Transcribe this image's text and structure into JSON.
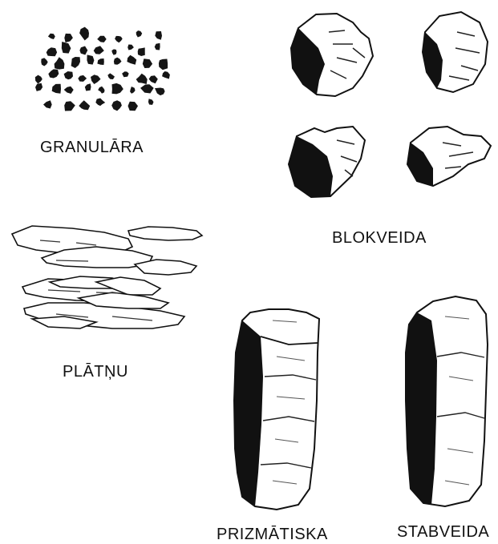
{
  "structures": {
    "granular": {
      "label": "GRANULĀRA",
      "icon": "granular-crumbs-icon"
    },
    "blocky": {
      "label": "BLOKVEIDA",
      "icon": "blocky-clods-icon"
    },
    "platy": {
      "label": "PLĀTŅU",
      "icon": "platy-layers-icon"
    },
    "prismatic": {
      "label": "PRIZMĀTISKA",
      "icon": "prism-column-icon"
    },
    "columnar": {
      "label": "STABVEIDA",
      "icon": "rounded-column-icon"
    }
  },
  "colors": {
    "ink": "#111111",
    "background": "#ffffff"
  }
}
